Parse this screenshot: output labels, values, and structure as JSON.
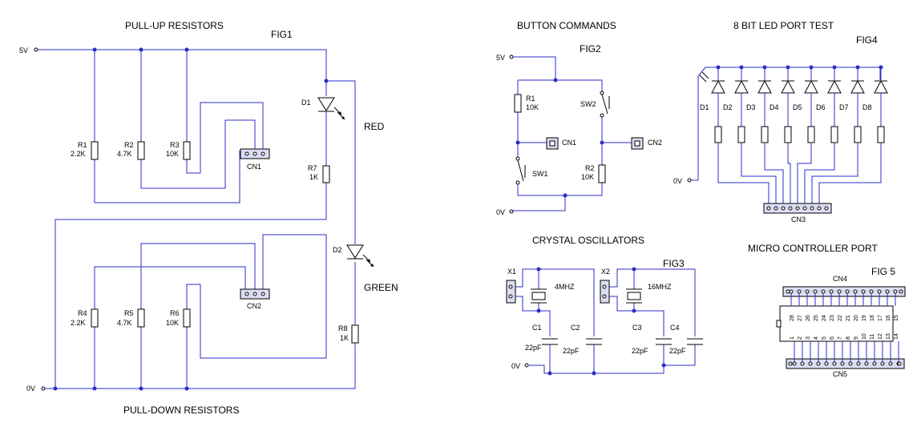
{
  "titles": {
    "pullup": "PULL-UP  RESISTORS",
    "pulldown": "PULL-DOWN RESISTORS",
    "fig1": "FIG1",
    "button_commands": "BUTTON COMMANDS",
    "fig2": "FIG2",
    "crystal": "CRYSTAL OSCILLATORS",
    "fig3": "FIG3",
    "led_port": "8 BIT LED PORT TEST",
    "fig4": "FIG4",
    "micro_port": "MICRO CONTROLLER PORT",
    "fig5": "FIG 5"
  },
  "fig1": {
    "v5": "5V",
    "v0": "0V",
    "r1": "R1",
    "r1v": "2.2K",
    "r2": "R2",
    "r2v": "4.7K",
    "r3": "R3",
    "r3v": "10K",
    "r4": "R4",
    "r4v": "2.2K",
    "r5": "R5",
    "r5v": "4.7K",
    "r6": "R6",
    "r6v": "10K",
    "r7": "R7",
    "r7v": "1K",
    "r8": "R8",
    "r8v": "1K",
    "d1": "D1",
    "d2": "D2",
    "red": "RED",
    "green": "GREEN",
    "cn1": "CN1",
    "cn2": "CN2"
  },
  "fig2": {
    "v5": "5V",
    "v0": "0V",
    "r1": "R1",
    "r1v": "10K",
    "r2": "R2",
    "r2v": "10K",
    "sw1": "SW1",
    "sw2": "SW2",
    "cn1": "CN1",
    "cn2": "CN2"
  },
  "fig3": {
    "x1": "X1",
    "x2": "X2",
    "f1": "4MHZ",
    "f2": "16MHZ",
    "c1": "C1",
    "c2": "C2",
    "c3": "C3",
    "c4": "C4",
    "c1v": "22pF",
    "c2v": "22pF",
    "c3v": "22pF",
    "c4v": "22pF",
    "v0": "0V"
  },
  "fig4": {
    "v0": "0V",
    "leds": [
      "D1",
      "D2",
      "D3",
      "D4",
      "D5",
      "D6",
      "D7",
      "D8"
    ],
    "cn3": "CN3"
  },
  "fig5": {
    "cn4": "CN4",
    "cn5": "CN5",
    "top_pins": [
      "28",
      "27",
      "26",
      "25",
      "24",
      "23",
      "22",
      "21",
      "20",
      "19",
      "18",
      "17",
      "16",
      "15"
    ],
    "bottom_pins": [
      "1",
      "2",
      "3",
      "4",
      "5",
      "6",
      "7",
      "8",
      "9",
      "10",
      "11",
      "12",
      "13",
      "14"
    ]
  }
}
